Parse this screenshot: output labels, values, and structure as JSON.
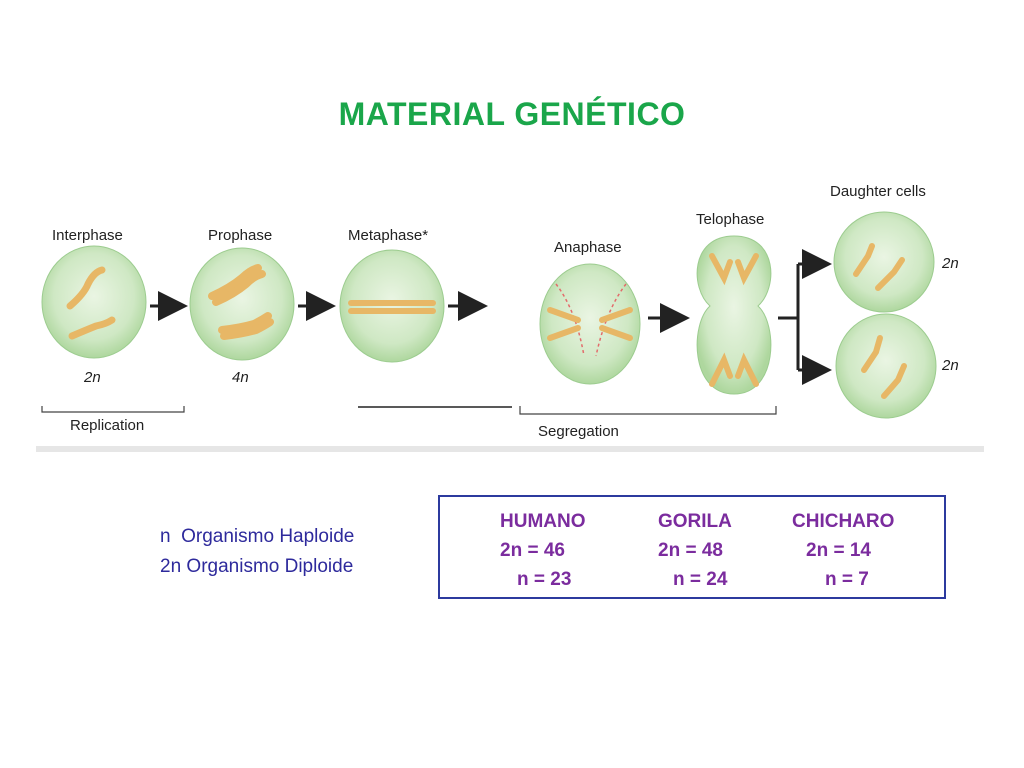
{
  "slide": {
    "title": "MATERIAL GENÉTICO"
  },
  "figure": {
    "stages": {
      "interphase": "Interphase",
      "prophase": "Prophase",
      "metaphase": "Metaphase*",
      "anaphase": "Anaphase",
      "telophase": "Telophase",
      "daughter_cells": "Daughter cells"
    },
    "ploidy": {
      "interphase": "2n",
      "prophase": "4n",
      "daughter_top": "2n",
      "daughter_bottom": "2n"
    },
    "phases": {
      "replication": "Replication",
      "segregation": "Segregation"
    },
    "colors": {
      "cell_fill": "#cfe8c4",
      "cell_edge": "#9ccc8f",
      "chromosome": "#e7b766",
      "spindle": "#e36b6b"
    }
  },
  "legend": {
    "haploid": "n  Organismo Haploide",
    "diploid": "2n Organismo Diploide"
  },
  "table": {
    "columns": [
      {
        "name": "HUMANO",
        "diploid": "2n = 46",
        "haploid": "n = 23"
      },
      {
        "name": "GORILA",
        "diploid": "2n = 48",
        "haploid": "n = 24"
      },
      {
        "name": "CHICHARO",
        "diploid": "2n = 14",
        "haploid": "n = 7"
      }
    ]
  },
  "colors": {
    "title": "#1aa64a",
    "legend_text": "#2e2a9c",
    "table_text": "#7b2c9e",
    "table_border": "#2c3a9e"
  }
}
